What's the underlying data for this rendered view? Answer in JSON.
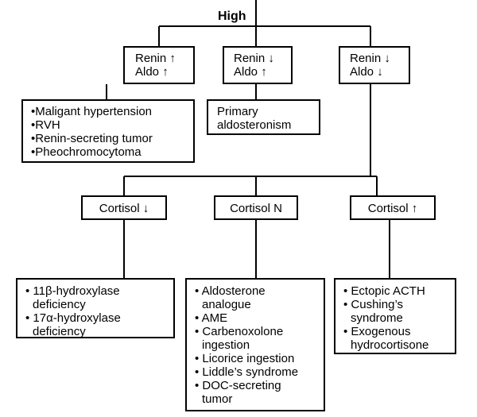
{
  "title": "High",
  "renin_aldo": [
    {
      "renin": "Renin ↑",
      "aldo": "Aldo ↑"
    },
    {
      "renin": "Renin ↓",
      "aldo": "Aldo ↑"
    },
    {
      "renin": "Renin ↓",
      "aldo": "Aldo ↓"
    }
  ],
  "causes_high_renin": [
    "•Maligant hypertension",
    "•RVH",
    "•Renin-secreting tumor",
    "•Pheochromocytoma"
  ],
  "primary": [
    "Primary",
    "aldosteronism"
  ],
  "cortisol": [
    "Cortisol ↓",
    "Cortisol N",
    "Cortisol ↑"
  ],
  "low_cortisol_causes": [
    {
      "first": "• 11β-hydroxylase",
      "rest": "deficiency"
    },
    {
      "first": "• 17α-hydroxylase",
      "rest": "deficiency"
    }
  ],
  "normal_cortisol_causes": [
    {
      "first": "• Aldosterone",
      "rest": "analogue"
    },
    {
      "first": "• AME",
      "rest": ""
    },
    {
      "first": "• Carbenoxolone",
      "rest": "ingestion"
    },
    {
      "first": "• Licorice ingestion",
      "rest": ""
    },
    {
      "first": "• Liddle’s syndrome",
      "rest": ""
    },
    {
      "first": "• DOC-secreting",
      "rest": "tumor"
    }
  ],
  "high_cortisol_causes": [
    {
      "first": "• Ectopic ACTH",
      "rest": ""
    },
    {
      "first": "• Cushing’s",
      "rest": "syndrome"
    },
    {
      "first": "• Exogenous",
      "rest": "hydrocortisone"
    }
  ]
}
